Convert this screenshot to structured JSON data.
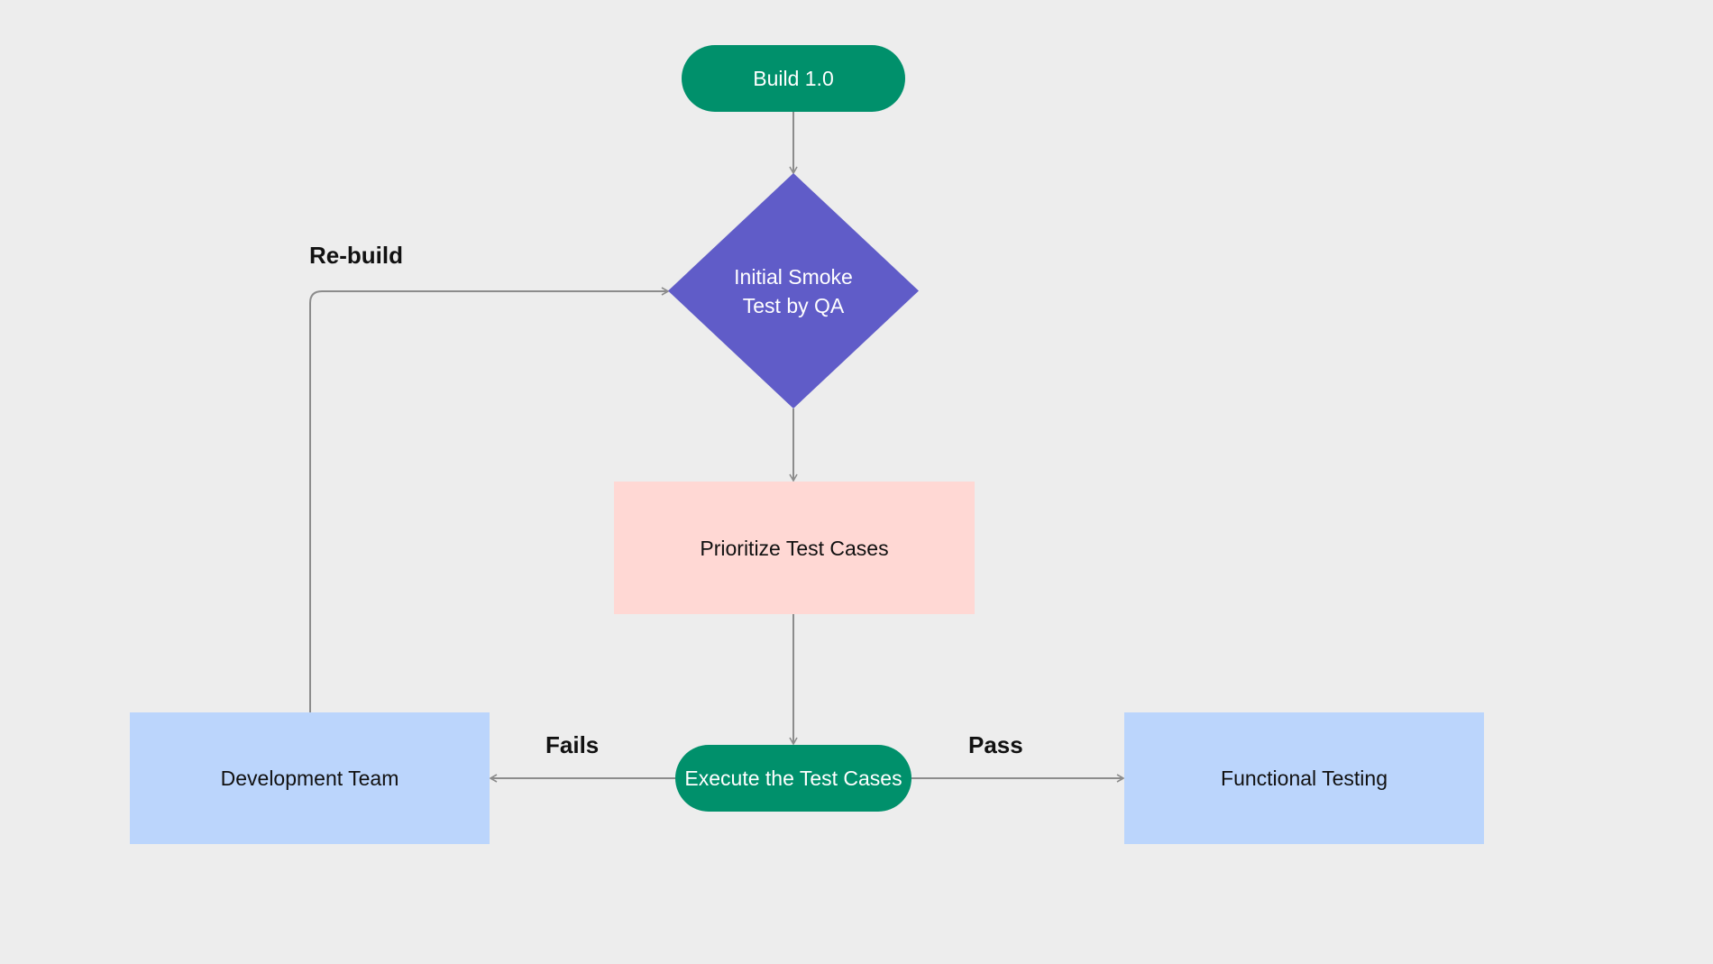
{
  "colors": {
    "background": "#ededed",
    "terminal_green": "#00906b",
    "decision_purple": "#605cc8",
    "process_pink": "#ffd8d4",
    "box_blue": "#bbd5fc",
    "connector_gray": "#8c8c8c"
  },
  "nodes": {
    "build": {
      "label": "Build 1.0",
      "shape": "terminal"
    },
    "smoke_test": {
      "label": "Initial Smoke\nTest by QA",
      "shape": "decision"
    },
    "prioritize": {
      "label": "Prioritize Test Cases",
      "shape": "process"
    },
    "execute": {
      "label": "Execute the Test Cases",
      "shape": "terminal"
    },
    "dev_team": {
      "label": "Development Team",
      "shape": "process"
    },
    "functional": {
      "label": "Functional Testing",
      "shape": "process"
    }
  },
  "edges": [
    {
      "from": "build",
      "to": "smoke_test",
      "label": ""
    },
    {
      "from": "smoke_test",
      "to": "prioritize",
      "label": ""
    },
    {
      "from": "prioritize",
      "to": "execute",
      "label": ""
    },
    {
      "from": "execute",
      "to": "dev_team",
      "label": "Fails"
    },
    {
      "from": "execute",
      "to": "functional",
      "label": "Pass"
    },
    {
      "from": "dev_team",
      "to": "smoke_test",
      "label": "Re-build"
    }
  ],
  "edge_labels": {
    "rebuild": "Re-build",
    "fails": "Fails",
    "pass": "Pass"
  }
}
